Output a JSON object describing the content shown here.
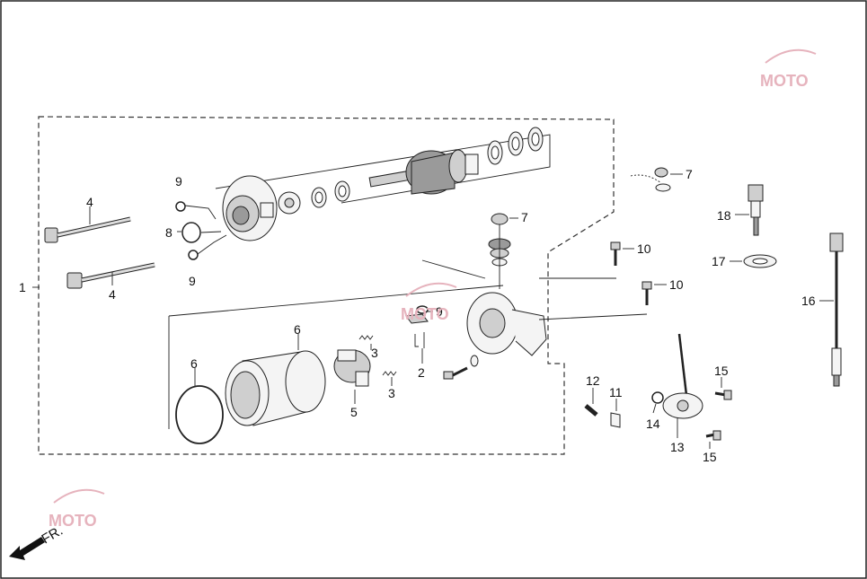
{
  "callouts": [
    "1",
    "2",
    "3",
    "3",
    "4",
    "4",
    "5",
    "6",
    "6",
    "7",
    "7",
    "8",
    "9",
    "9",
    "9",
    "10",
    "10",
    "11",
    "12",
    "13",
    "14",
    "15",
    "15",
    "16",
    "17",
    "18"
  ],
  "direction_label": "FR.",
  "watermark_text": "MOTO",
  "colors": {
    "line": "#222222",
    "watermark": "#e6b3bd"
  }
}
